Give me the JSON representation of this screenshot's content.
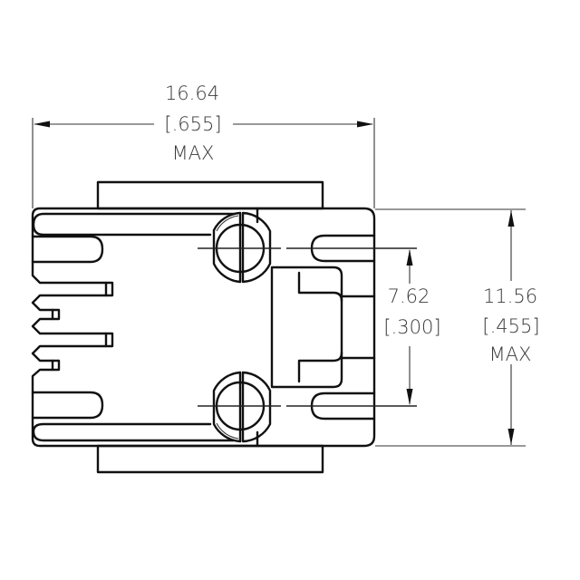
{
  "drawing": {
    "title": "RJ45 connector outline - top view",
    "colors": {
      "line": "#111111",
      "text": "#3a3a3a",
      "background": "#ffffff"
    }
  },
  "dimensions": {
    "width": {
      "mm": "16.64",
      "inch": "[.655]",
      "note": "MAX"
    },
    "pitch": {
      "mm": "7.62",
      "inch": "[.300]",
      "note": ""
    },
    "height": {
      "mm": "11.56",
      "inch": "[.455]",
      "note": "MAX"
    }
  }
}
